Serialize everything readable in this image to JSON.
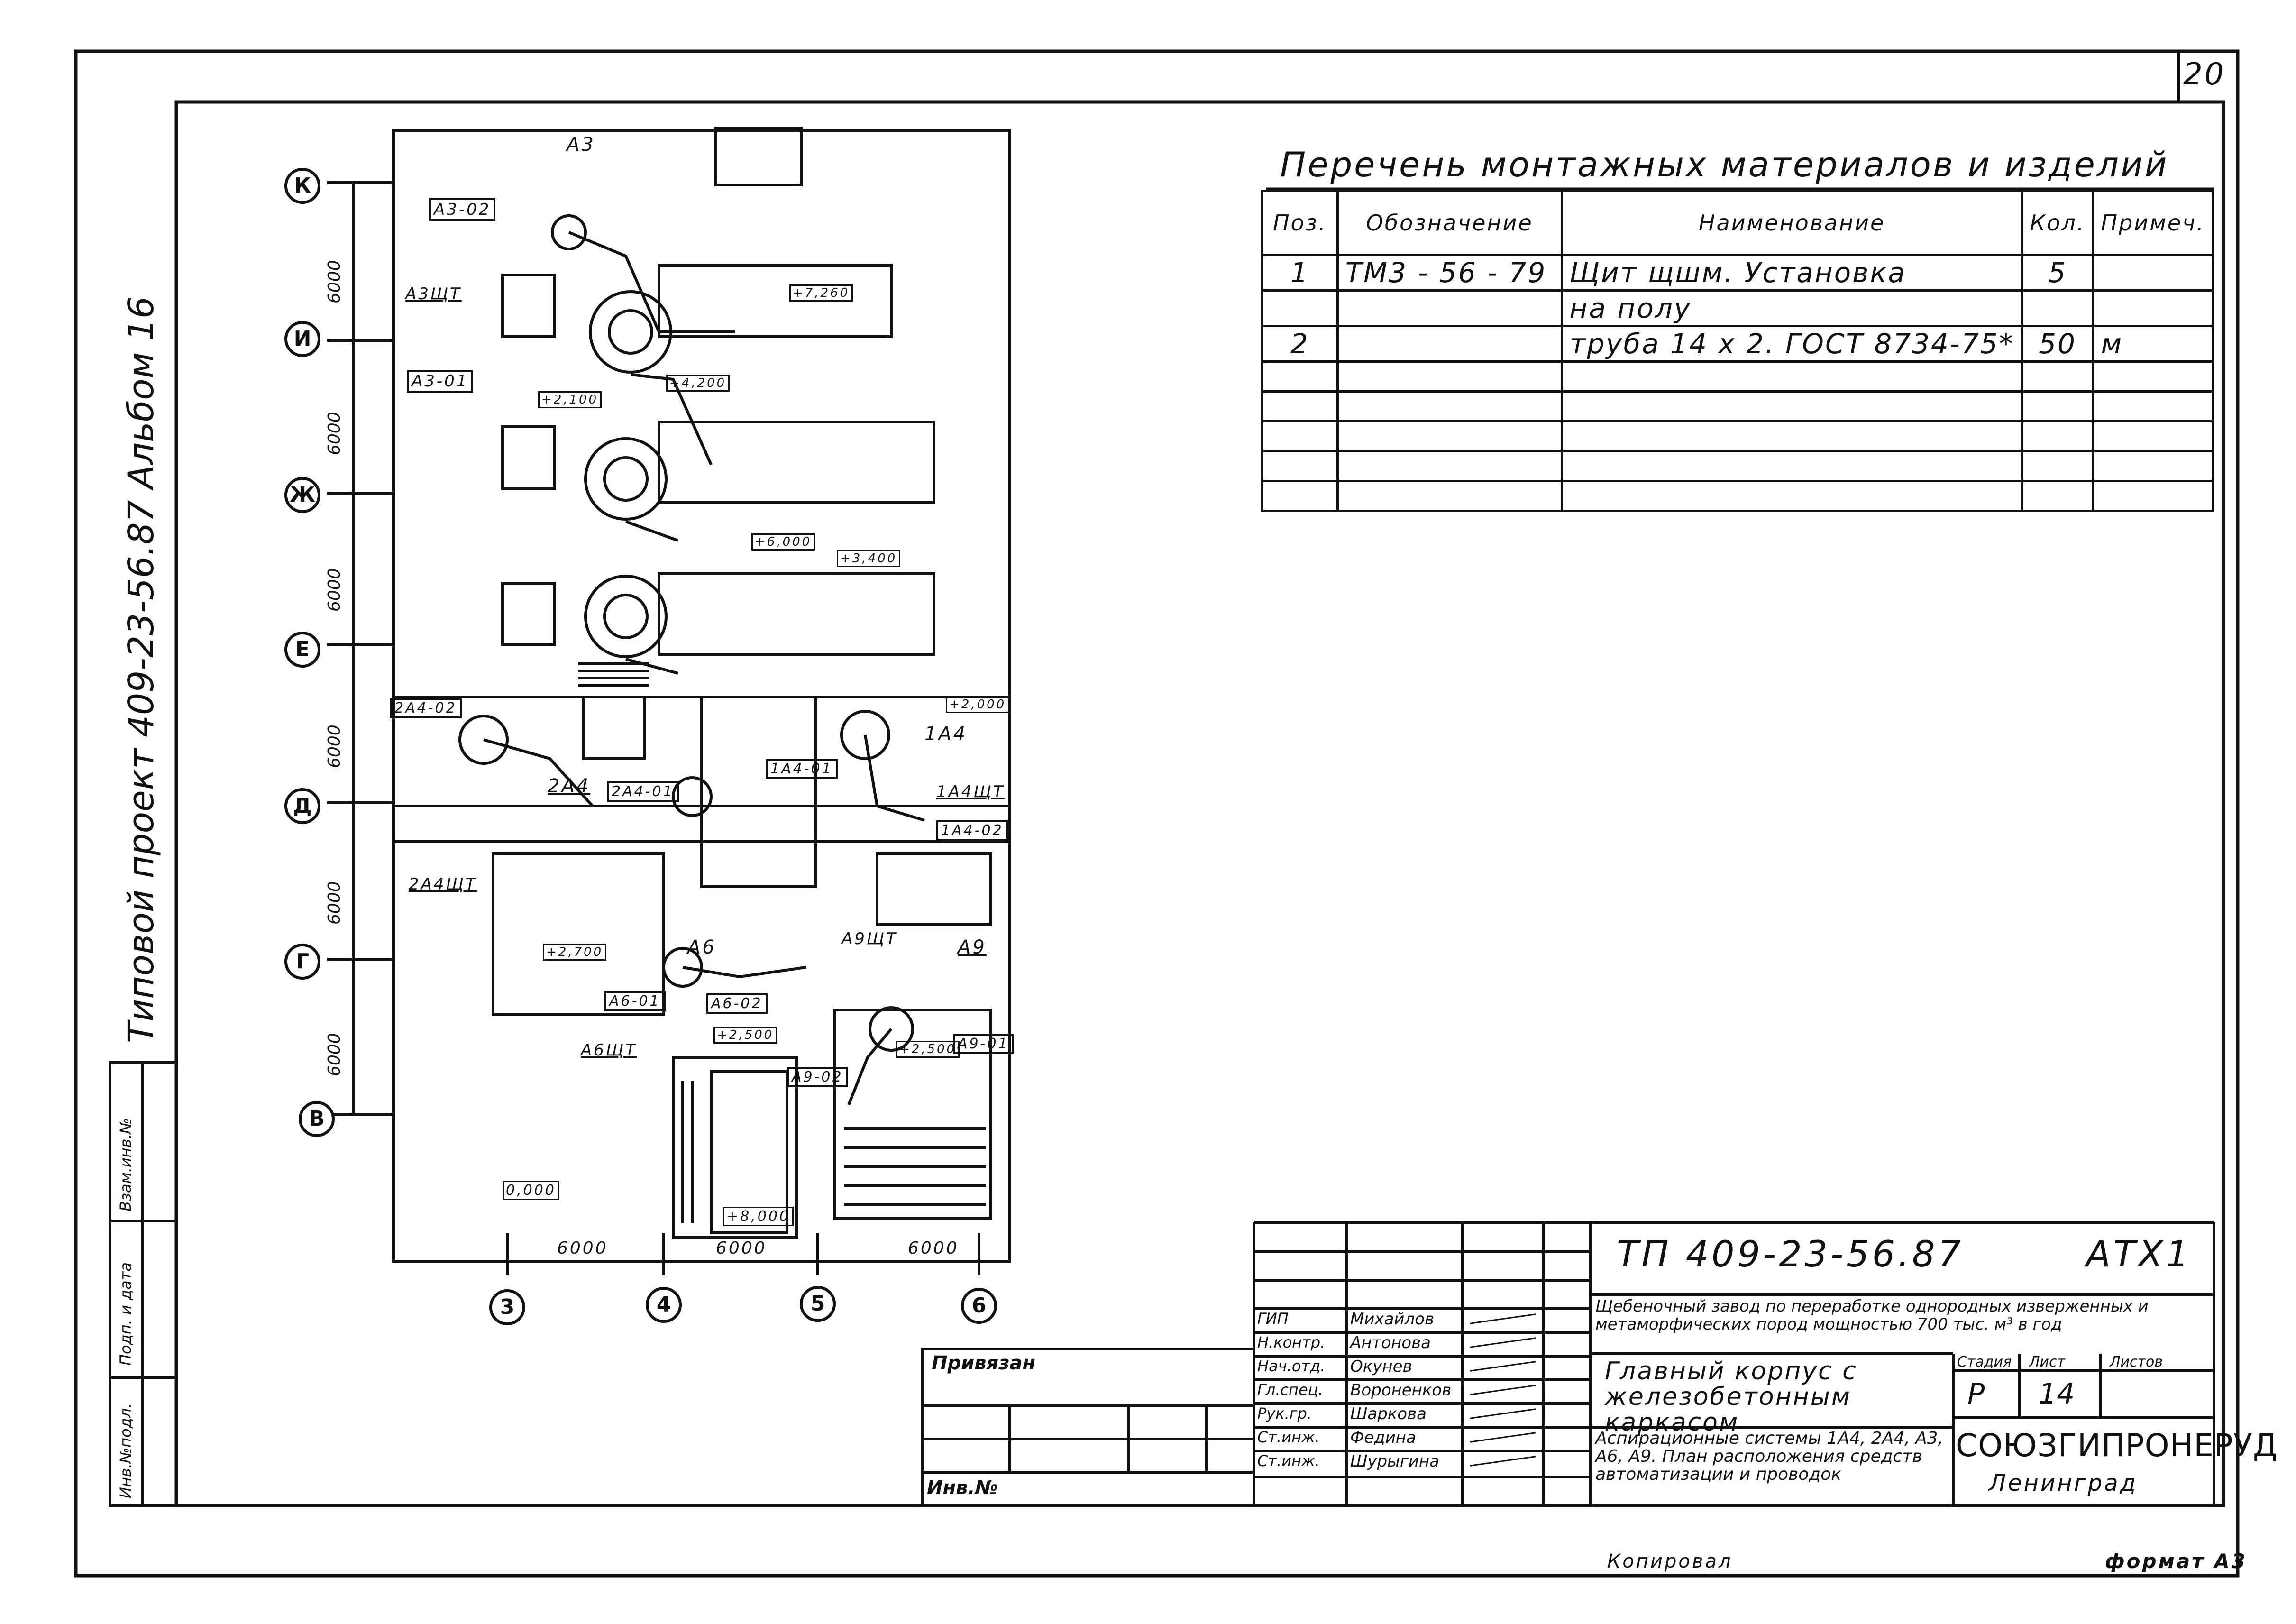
{
  "sheet": {
    "number": "20",
    "format_label": "формат А3",
    "copied_label": "Копировал"
  },
  "side_stamp": {
    "project": "Типовой   проект 409-23-56.87   Альбом 16",
    "inv_no_label": "Инв.№подл.",
    "sign_date_label": "Подп. и дата",
    "replace_inv_label": "Взам.инв.№"
  },
  "materials_table": {
    "title": "Перечень   монтажных материалов и изделий",
    "headers": [
      "Поз.",
      "Обозначение",
      "Наименование",
      "Кол.",
      "Примеч."
    ],
    "rows": [
      [
        "1",
        "ТМ3 - 56 - 79",
        "Щит  щшм.  Установка",
        "5",
        ""
      ],
      [
        "",
        "",
        "на полу",
        "",
        ""
      ],
      [
        "2",
        "",
        "труба  14 х 2. ГОСТ 8734-75*",
        "50",
        "м"
      ],
      [
        "",
        "",
        "",
        "",
        ""
      ],
      [
        "",
        "",
        "",
        "",
        ""
      ],
      [
        "",
        "",
        "",
        "",
        ""
      ],
      [
        "",
        "",
        "",
        "",
        ""
      ],
      [
        "",
        "",
        "",
        "",
        ""
      ]
    ]
  },
  "plan": {
    "row_axes": [
      "К",
      "И",
      "Ж",
      "Е",
      "Д",
      "Г",
      "В"
    ],
    "col_axes": [
      "3",
      "4",
      "5",
      "6"
    ],
    "row_spacings": [
      "6000",
      "6000",
      "6000",
      "6000",
      "6000",
      "6000"
    ],
    "col_spacings": [
      "6000",
      "6000",
      "6000"
    ],
    "labels": {
      "a3": "А3",
      "a3_02": "А3-02",
      "a3_01": "А3-01",
      "a3shch": "А3ЩТ",
      "l1a4": "1А4",
      "l1a4_01": "1А4-01",
      "l1a4_02": "1А4-02",
      "l1a4shch": "1А4ЩТ",
      "l2a4": "2А4",
      "l2a4_01": "2А4-01",
      "l2a4_02": "2А4-02",
      "l2a4shch": "2А4ЩТ",
      "a6": "А6",
      "a6_01": "А6-01",
      "a6_02": "А6-02",
      "a6shch": "А6ЩТ",
      "a9": "А9",
      "a9_01": "А9-01",
      "a9_02": "А9-02",
      "a9shch": "А9ЩТ"
    },
    "elevations": [
      "+7,260",
      "+4,200",
      "+2,100",
      "+6,000",
      "+3,400",
      "+2,000",
      "+2,700",
      "+2,500",
      "+2,500",
      "+8,000",
      "0,000"
    ]
  },
  "title_block": {
    "code": "ТП  409-23-56.87",
    "sheet_code": "АТХ1",
    "object": "Щебеночный завод по переработке однородных изверженных и метаморфических пород мощностью 700 тыс. м³ в год",
    "building": "Главный  корпус  с  железобетонным  каркасом",
    "drawing": "Аспирационные  системы 1А4, 2А4, А3, А6, А9. План расположения средств автоматизации и проводок",
    "stage_label": "Стадия",
    "sheet_label": "Лист",
    "sheets_label": "Листов",
    "stage": "Р",
    "sheet": "14",
    "sheets": "",
    "org": "СОЮЗГИПРОНЕРУД",
    "city": "Ленинград",
    "bound_label": "Привязан",
    "inv_label": "Инв.№",
    "people": [
      [
        "ГИП",
        "Михайлов"
      ],
      [
        "Н.контр.",
        "Антонова"
      ],
      [
        "Нач.отд.",
        "Окунев"
      ],
      [
        "Гл.спец.",
        "Вороненков"
      ],
      [
        "Рук.гр.",
        "Шаркова"
      ],
      [
        "Ст.инж.",
        "Федина"
      ],
      [
        "Ст.инж.",
        "Шурыгина"
      ]
    ]
  }
}
